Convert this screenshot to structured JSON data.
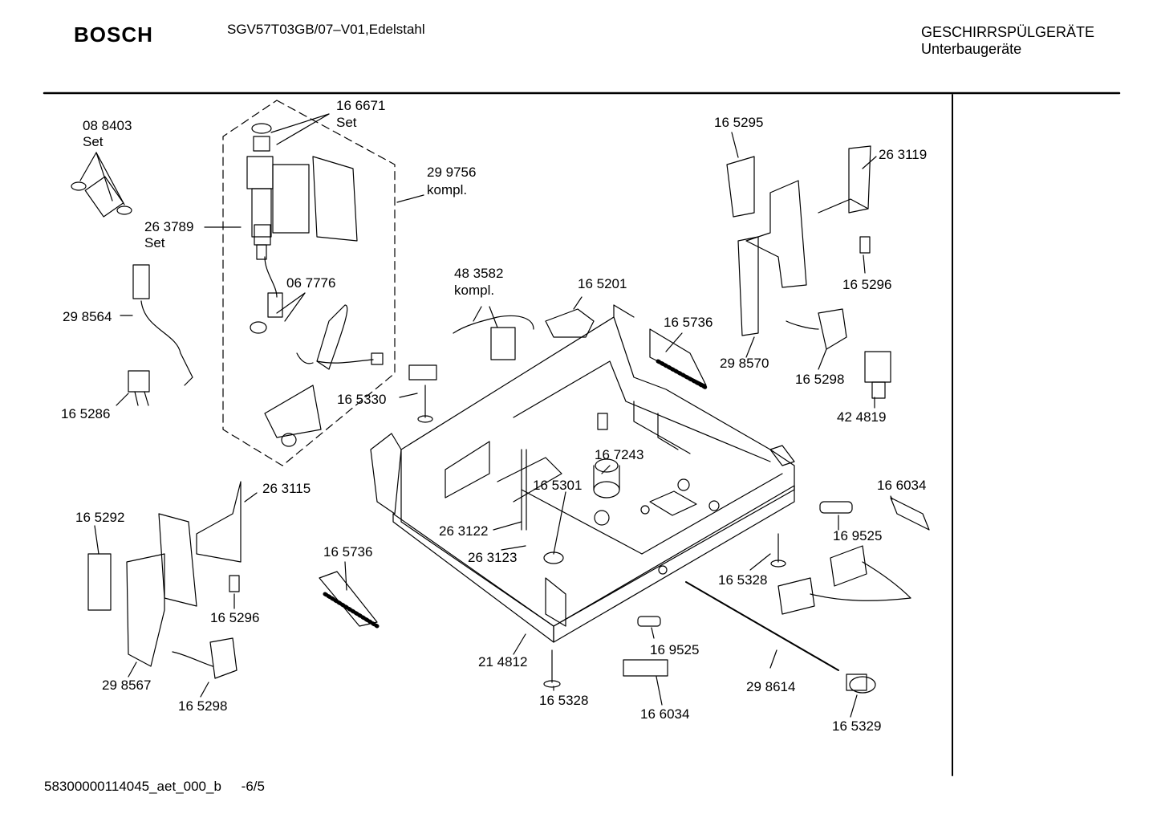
{
  "header": {
    "brand": "BOSCH",
    "model": "SGV57T03GB/07–V01,Edelstahl",
    "category_line1": "GESCHIRRSPÜLGERÄTE",
    "category_line2": "Unterbaugeräte"
  },
  "footer": {
    "doc_id": "58300000114045_aet_000_b",
    "page": "-6/5"
  },
  "labels": {
    "p088403": "08 8403",
    "set1": "Set",
    "p166671": "16 6671",
    "set2": "Set",
    "p299756": "29 9756",
    "kompl1": "kompl.",
    "p263789": "26 3789",
    "set3": "Set",
    "p067776": "06 7776",
    "p298564": "29 8564",
    "p165286": "16 5286",
    "p483582": "48 3582",
    "kompl2": "kompl.",
    "p165201": "16 5201",
    "p165330": "16 5330",
    "p165295": "16 5295",
    "p263119": "26 3119",
    "p165296a": "16 5296",
    "p165736a": "16 5736",
    "p298570": "29 8570",
    "p165298a": "16 5298",
    "p424819": "42 4819",
    "p167243": "16 7243",
    "p165301": "16 5301",
    "p263115": "26 3115",
    "p165292": "16 5292",
    "p263122": "26 3122",
    "p263123": "26 3123",
    "p165736b": "16 5736",
    "p165296b": "16 5296",
    "p298567": "29 8567",
    "p165298b": "16 5298",
    "p214812": "21 4812",
    "p165328a": "16 5328",
    "p169525a": "16 9525",
    "p166034a": "16 6034",
    "p298614": "29 8614",
    "p165329": "16 5329",
    "p166034b": "16 6034",
    "p169525b": "16 9525",
    "p165328b": "16 5328"
  }
}
